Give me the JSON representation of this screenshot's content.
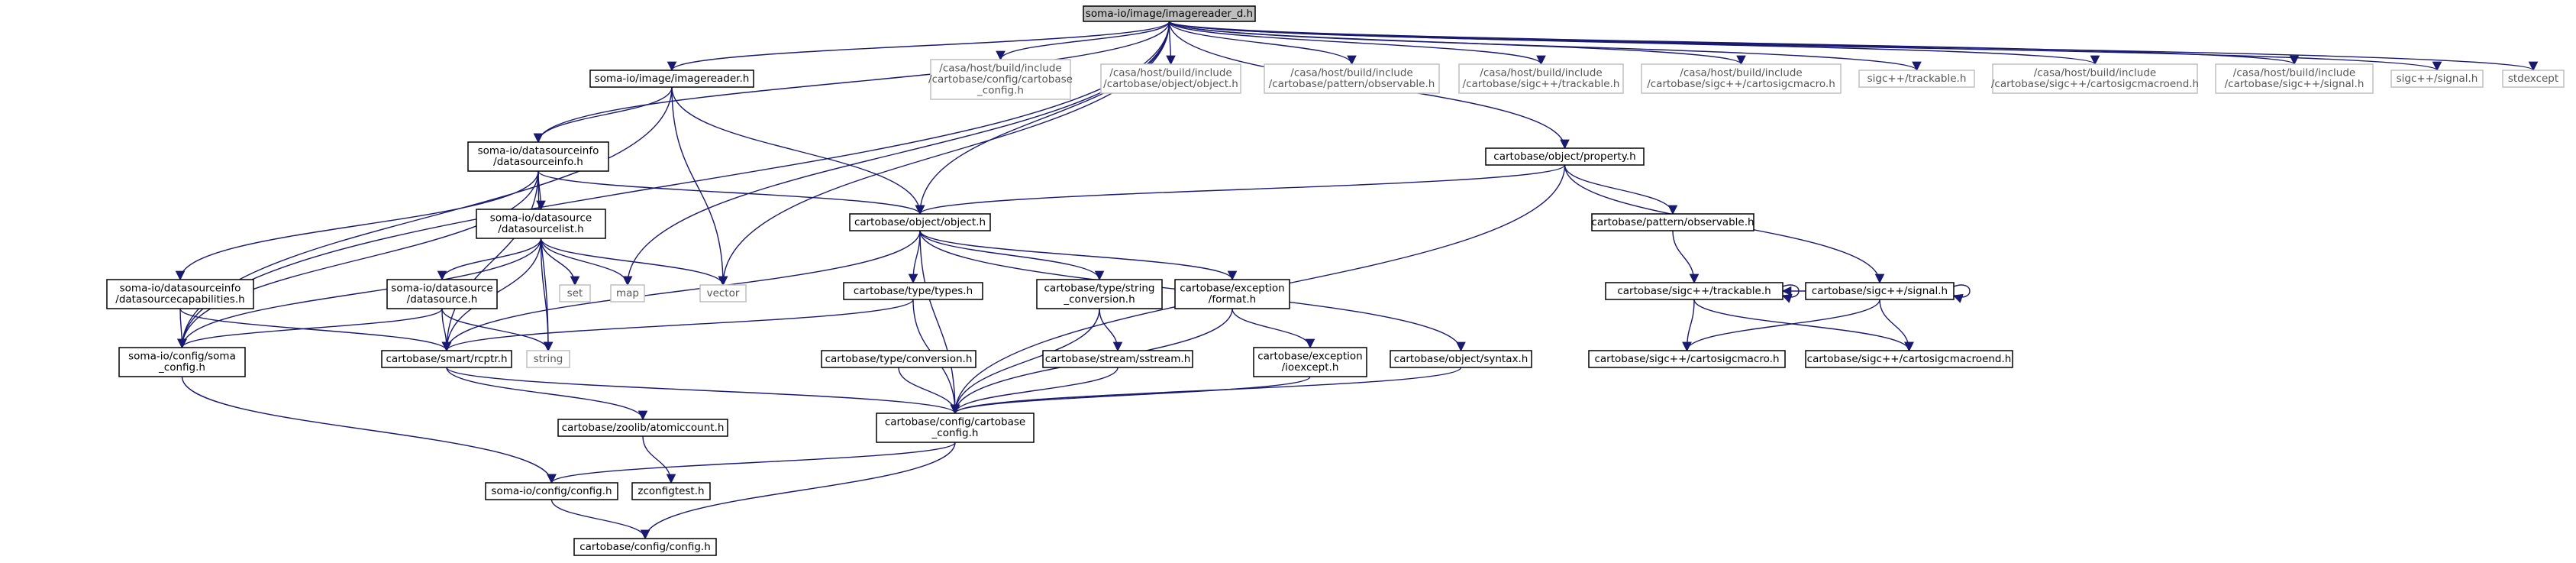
{
  "page": {
    "title": "soma-io/image/imagereader_d.h"
  },
  "colors": {
    "edge": "#191970",
    "root_fill": "#bfbfbf",
    "node_border": "#000000",
    "external_border": "#bfbfbf",
    "background": "#ffffff"
  },
  "nodes": [
    {
      "id": "root",
      "lines": [
        "soma-io/image/imagereader_d.h"
      ],
      "style": "root"
    },
    {
      "id": "imagereader",
      "lines": [
        "soma-io/image/imagereader.h"
      ],
      "style": "normal"
    },
    {
      "id": "cb_config_inc",
      "lines": [
        "/casa/host/build/include",
        "/cartobase/config/cartobase",
        "_config.h"
      ],
      "style": "ghost"
    },
    {
      "id": "obj_inc",
      "lines": [
        "/casa/host/build/include",
        "/cartobase/object/object.h"
      ],
      "style": "ghost"
    },
    {
      "id": "obs_inc",
      "lines": [
        "/casa/host/build/include",
        "/cartobase/pattern/observable.h"
      ],
      "style": "ghost"
    },
    {
      "id": "trk_inc",
      "lines": [
        "/casa/host/build/include",
        "/cartobase/sigc++/trackable.h"
      ],
      "style": "ghost"
    },
    {
      "id": "macro_inc",
      "lines": [
        "/casa/host/build/include",
        "/cartobase/sigc++/cartosigcmacro.h"
      ],
      "style": "ghost"
    },
    {
      "id": "sigc_trk",
      "lines": [
        "sigc++/trackable.h"
      ],
      "style": "ghost"
    },
    {
      "id": "macroend_inc",
      "lines": [
        "/casa/host/build/include",
        "/cartobase/sigc++/cartosigcmacroend.h"
      ],
      "style": "ghost"
    },
    {
      "id": "signal_inc",
      "lines": [
        "/casa/host/build/include",
        "/cartobase/sigc++/signal.h"
      ],
      "style": "ghost"
    },
    {
      "id": "sigc_signal",
      "lines": [
        "sigc++/signal.h"
      ],
      "style": "ghost"
    },
    {
      "id": "stdexcept",
      "lines": [
        "stdexcept"
      ],
      "style": "ghost"
    },
    {
      "id": "property",
      "lines": [
        "cartobase/object/property.h"
      ],
      "style": "normal"
    },
    {
      "id": "dsinfo",
      "lines": [
        "soma-io/datasourceinfo",
        "/datasourceinfo.h"
      ],
      "style": "normal"
    },
    {
      "id": "object",
      "lines": [
        "cartobase/object/object.h"
      ],
      "style": "normal"
    },
    {
      "id": "observable",
      "lines": [
        "cartobase/pattern/observable.h"
      ],
      "style": "normal"
    },
    {
      "id": "dslist",
      "lines": [
        "soma-io/datasource",
        "/datasourcelist.h"
      ],
      "style": "normal"
    },
    {
      "id": "set",
      "lines": [
        "set"
      ],
      "style": "ghost"
    },
    {
      "id": "map",
      "lines": [
        "map"
      ],
      "style": "ghost"
    },
    {
      "id": "vector",
      "lines": [
        "vector"
      ],
      "style": "ghost"
    },
    {
      "id": "trackable",
      "lines": [
        "cartobase/sigc++/trackable.h"
      ],
      "style": "normal"
    },
    {
      "id": "signal",
      "lines": [
        "cartobase/sigc++/signal.h"
      ],
      "style": "normal"
    },
    {
      "id": "dscap",
      "lines": [
        "soma-io/datasourceinfo",
        "/datasourcecapabilities.h"
      ],
      "style": "normal"
    },
    {
      "id": "datasource",
      "lines": [
        "soma-io/datasource",
        "/datasource.h"
      ],
      "style": "normal"
    },
    {
      "id": "types",
      "lines": [
        "cartobase/type/types.h"
      ],
      "style": "normal"
    },
    {
      "id": "strconv",
      "lines": [
        "cartobase/type/string",
        "_conversion.h"
      ],
      "style": "normal"
    },
    {
      "id": "format",
      "lines": [
        "cartobase/exception",
        "/format.h"
      ],
      "style": "normal"
    },
    {
      "id": "soma_config",
      "lines": [
        "soma-io/config/soma",
        "_config.h"
      ],
      "style": "normal"
    },
    {
      "id": "rcptr",
      "lines": [
        "cartobase/smart/rcptr.h"
      ],
      "style": "normal"
    },
    {
      "id": "string",
      "lines": [
        "string"
      ],
      "style": "ghost"
    },
    {
      "id": "conversion",
      "lines": [
        "cartobase/type/conversion.h"
      ],
      "style": "normal"
    },
    {
      "id": "sstream",
      "lines": [
        "cartobase/stream/sstream.h"
      ],
      "style": "normal"
    },
    {
      "id": "ioexcept",
      "lines": [
        "cartobase/exception",
        "/ioexcept.h"
      ],
      "style": "normal"
    },
    {
      "id": "syntax",
      "lines": [
        "cartobase/object/syntax.h"
      ],
      "style": "normal"
    },
    {
      "id": "cartosigcmacro",
      "lines": [
        "cartobase/sigc++/cartosigcmacro.h"
      ],
      "style": "normal"
    },
    {
      "id": "cartosigcmacroend",
      "lines": [
        "cartobase/sigc++/cartosigcmacroend.h"
      ],
      "style": "normal"
    },
    {
      "id": "atomiccount",
      "lines": [
        "cartobase/zoolib/atomiccount.h"
      ],
      "style": "normal"
    },
    {
      "id": "cb_config",
      "lines": [
        "cartobase/config/cartobase",
        "_config.h"
      ],
      "style": "normal"
    },
    {
      "id": "soma_cfg",
      "lines": [
        "soma-io/config/config.h"
      ],
      "style": "normal"
    },
    {
      "id": "zconfigtest",
      "lines": [
        "zconfigtest.h"
      ],
      "style": "normal"
    },
    {
      "id": "cb_cfg",
      "lines": [
        "cartobase/config/config.h"
      ],
      "style": "normal"
    }
  ],
  "edges": [
    [
      "root",
      "imagereader"
    ],
    [
      "root",
      "cb_config_inc"
    ],
    [
      "root",
      "obj_inc"
    ],
    [
      "root",
      "obs_inc"
    ],
    [
      "root",
      "trk_inc"
    ],
    [
      "root",
      "macro_inc"
    ],
    [
      "root",
      "sigc_trk"
    ],
    [
      "root",
      "macroend_inc"
    ],
    [
      "root",
      "signal_inc"
    ],
    [
      "root",
      "sigc_signal"
    ],
    [
      "root",
      "stdexcept"
    ],
    [
      "root",
      "property"
    ],
    [
      "root",
      "dsinfo"
    ],
    [
      "root",
      "object"
    ],
    [
      "root",
      "map"
    ],
    [
      "root",
      "vector"
    ],
    [
      "root",
      "soma_config"
    ],
    [
      "imagereader",
      "dsinfo"
    ],
    [
      "imagereader",
      "object"
    ],
    [
      "imagereader",
      "vector"
    ],
    [
      "imagereader",
      "soma_config"
    ],
    [
      "property",
      "object"
    ],
    [
      "property",
      "observable"
    ],
    [
      "property",
      "signal"
    ],
    [
      "property",
      "cb_config"
    ],
    [
      "dsinfo",
      "dslist"
    ],
    [
      "dsinfo",
      "dscap"
    ],
    [
      "dsinfo",
      "object"
    ],
    [
      "dsinfo",
      "soma_config"
    ],
    [
      "dsinfo",
      "rcptr"
    ],
    [
      "dsinfo",
      "string"
    ],
    [
      "object",
      "types"
    ],
    [
      "object",
      "strconv"
    ],
    [
      "object",
      "format"
    ],
    [
      "object",
      "syntax"
    ],
    [
      "object",
      "rcptr"
    ],
    [
      "object",
      "cb_config"
    ],
    [
      "observable",
      "trackable"
    ],
    [
      "dslist",
      "datasource"
    ],
    [
      "dslist",
      "set"
    ],
    [
      "dslist",
      "map"
    ],
    [
      "dslist",
      "vector"
    ],
    [
      "dslist",
      "string"
    ],
    [
      "dslist",
      "rcptr"
    ],
    [
      "dslist",
      "soma_config"
    ],
    [
      "trackable",
      "trackable"
    ],
    [
      "trackable",
      "cartosigcmacro"
    ],
    [
      "trackable",
      "cartosigcmacroend"
    ],
    [
      "signal",
      "signal"
    ],
    [
      "signal",
      "cartosigcmacro"
    ],
    [
      "signal",
      "cartosigcmacroend"
    ],
    [
      "signal",
      "trackable"
    ],
    [
      "dscap",
      "rcptr"
    ],
    [
      "dscap",
      "soma_config"
    ],
    [
      "datasource",
      "rcptr"
    ],
    [
      "datasource",
      "string"
    ],
    [
      "datasource",
      "soma_config"
    ],
    [
      "types",
      "rcptr"
    ],
    [
      "types",
      "cb_config"
    ],
    [
      "strconv",
      "sstream"
    ],
    [
      "strconv",
      "cb_config"
    ],
    [
      "format",
      "ioexcept"
    ],
    [
      "format",
      "cb_config"
    ],
    [
      "soma_config",
      "soma_cfg"
    ],
    [
      "rcptr",
      "atomiccount"
    ],
    [
      "rcptr",
      "cb_config"
    ],
    [
      "conversion",
      "cb_config"
    ],
    [
      "sstream",
      "cb_config"
    ],
    [
      "ioexcept",
      "cb_config"
    ],
    [
      "syntax",
      "cb_config"
    ],
    [
      "atomiccount",
      "zconfigtest"
    ],
    [
      "cb_config",
      "soma_cfg"
    ],
    [
      "cb_config",
      "cb_cfg"
    ],
    [
      "soma_cfg",
      "cb_cfg"
    ]
  ]
}
